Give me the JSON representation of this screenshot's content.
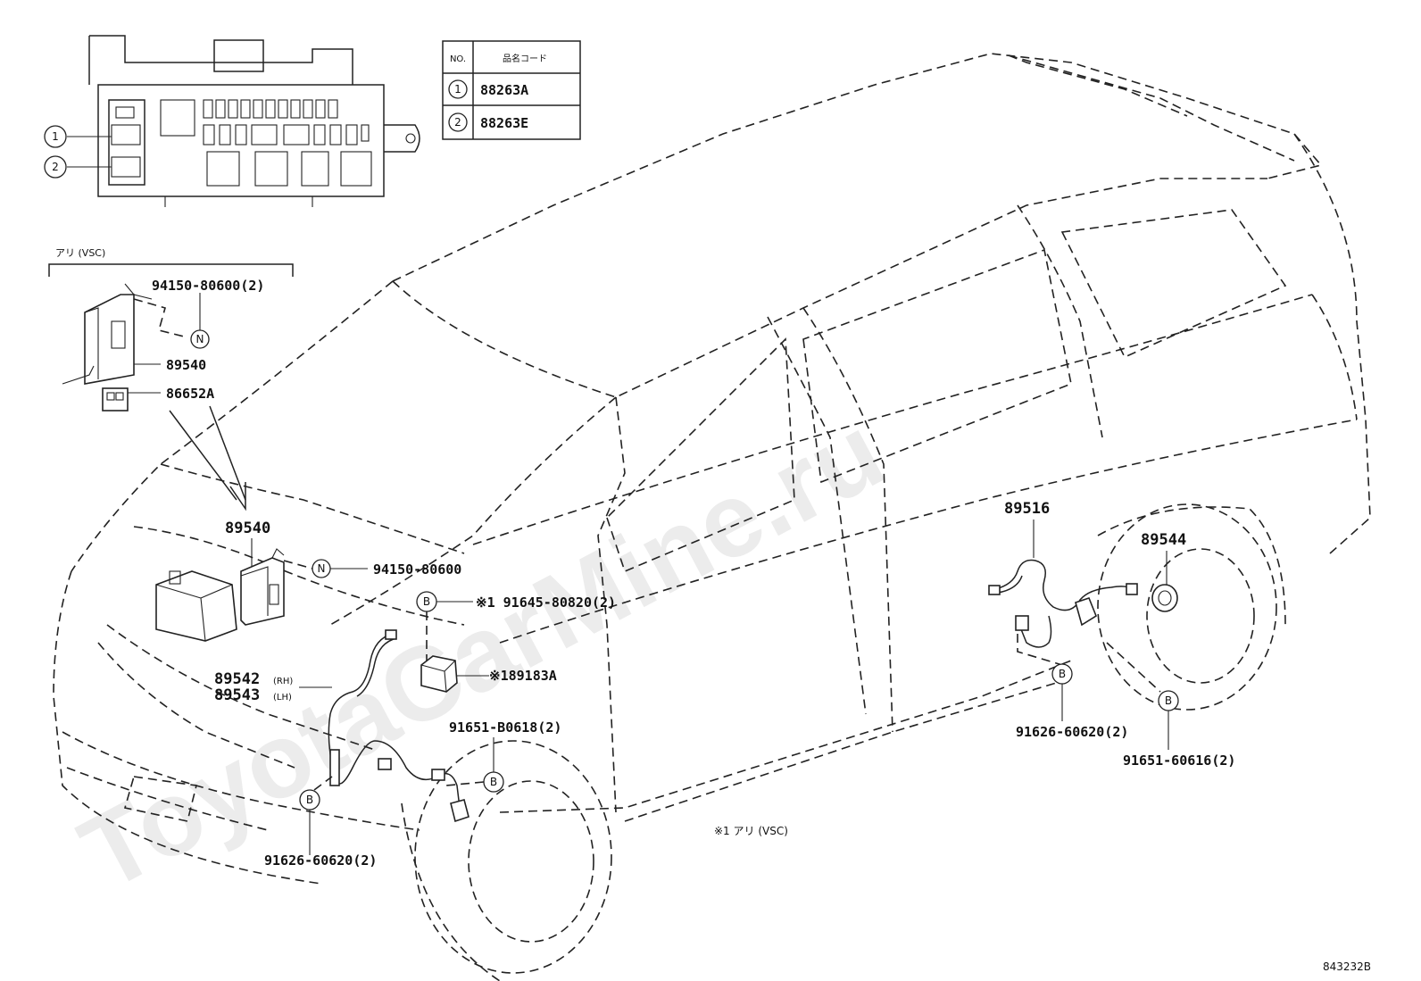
{
  "watermark": "ToyotaCarMine.ru",
  "diagram_id": "843232B",
  "table": {
    "header_no": "NO.",
    "header_code": "品名コード",
    "rows": [
      {
        "no": "1",
        "code": "88263A"
      },
      {
        "no": "2",
        "code": "88263E"
      }
    ]
  },
  "fuse_box": {
    "callout_1": "1",
    "callout_2": "2"
  },
  "vsc_option": {
    "header": "アリ (VSC)",
    "bolt": "94150-80600(2)",
    "bolt_marker": "N",
    "ecu": "89540",
    "bracket": "86652A"
  },
  "parts": {
    "ecu_main": "89540",
    "ecu_bolt": "94150-80600",
    "ecu_bolt_marker": "N",
    "clip_marker": "B",
    "clip_vsc": "※1 91645-80820(2)",
    "relay": "※189183A",
    "sensor_rh": "89542",
    "sensor_rh_side": "(RH)",
    "sensor_lh": "89543",
    "sensor_lh_side": "(LH)",
    "front_bolt": "91651-B0618(2)",
    "front_bolt_marker": "B",
    "front_clip": "91626-60620(2)",
    "front_clip_marker": "B",
    "rear_sensor": "89516",
    "rear_rotor": "89544",
    "rear_clip": "91626-60620(2)",
    "rear_clip_marker": "B",
    "rear_bolt": "91651-60616(2)",
    "rear_bolt_marker": "B",
    "footnote": "※1 アリ (VSC)"
  }
}
